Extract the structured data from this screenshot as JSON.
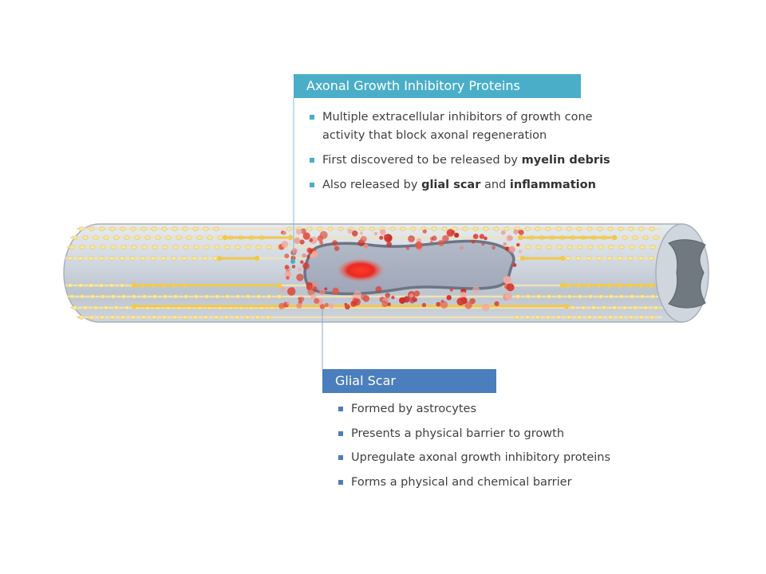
{
  "diagram": {
    "inhibitory_proteins": {
      "title": "Axonal Growth Inhibitory Proteins",
      "header_color": "#4aaec9",
      "bullets": [
        {
          "parts": [
            {
              "text": "Multiple extracellular inhibitors of growth cone activity that block axonal regeneration",
              "bold": false
            }
          ]
        },
        {
          "parts": [
            {
              "text": "First discovered to be released by ",
              "bold": false
            },
            {
              "text": "myelin debris",
              "bold": true
            }
          ]
        },
        {
          "parts": [
            {
              "text": "Also released by ",
              "bold": false
            },
            {
              "text": "glial scar",
              "bold": true
            },
            {
              "text": " and ",
              "bold": false
            },
            {
              "text": "inflammation",
              "bold": true
            }
          ]
        }
      ]
    },
    "glial_scar": {
      "title": "Glial Scar",
      "header_color": "#4a7ebd",
      "bullets": [
        {
          "parts": [
            {
              "text": "Formed by astrocytes",
              "bold": false
            }
          ]
        },
        {
          "parts": [
            {
              "text": "Presents a physical barrier to growth",
              "bold": false
            }
          ]
        },
        {
          "parts": [
            {
              "text": "Upregulate axonal growth inhibitory proteins",
              "bold": false
            }
          ]
        },
        {
          "parts": [
            {
              "text": "Forms a physical and chemical barrier",
              "bold": false
            }
          ]
        }
      ]
    },
    "colors": {
      "nerve_fill": "#d3dae3",
      "nerve_edge": "#9aa4ae",
      "axon": "#f2c84a",
      "scar": "#8e96a6",
      "debris": "#d94a3a",
      "lesion": "#e8302a"
    }
  }
}
